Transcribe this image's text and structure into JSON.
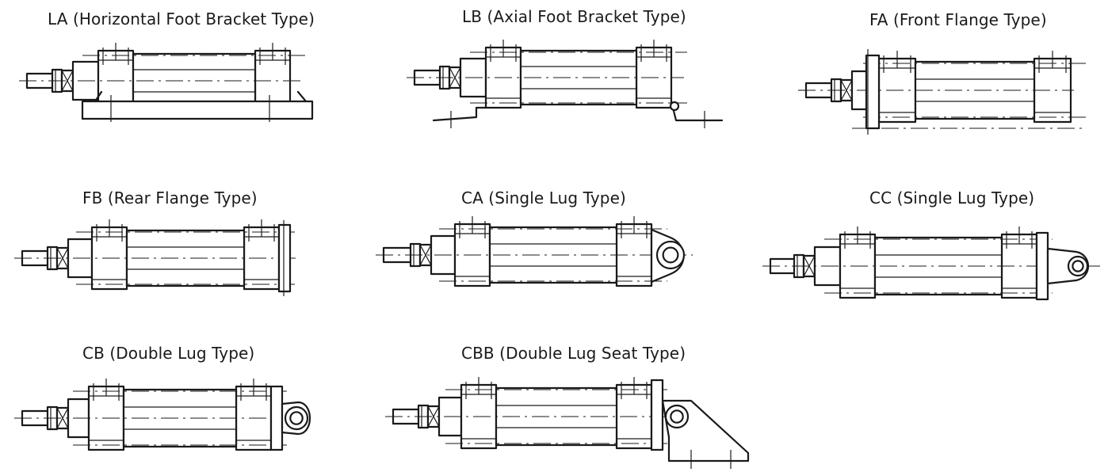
{
  "mounts": [
    {
      "label": "LA (Horizontal Foot Bracket Type)",
      "variant": "LA"
    },
    {
      "label": "LB (Axial Foot Bracket Type)",
      "variant": "LB"
    },
    {
      "label": "FA (Front Flange Type)",
      "variant": "FA"
    },
    {
      "label": "FB (Rear Flange Type)",
      "variant": "FB"
    },
    {
      "label": "CA (Single Lug Type)",
      "variant": "CA"
    },
    {
      "label": "CC (Single Lug Type)",
      "variant": "CC"
    },
    {
      "label": "CB (Double Lug Type)",
      "variant": "CB"
    },
    {
      "label": "CBB (Double Lug Seat Type)",
      "variant": "CBB"
    }
  ]
}
